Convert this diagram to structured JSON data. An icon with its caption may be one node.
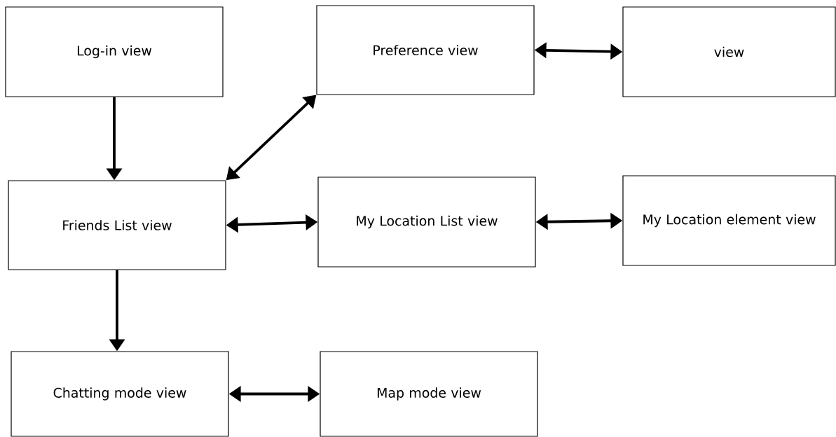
{
  "diagram": {
    "nodes": [
      {
        "text": [
          "Log-in view"
        ]
      },
      {
        "text": [
          "Preference view"
        ]
      },
      {
        "text": [
          "view"
        ]
      },
      {
        "text": [
          "Friends List view"
        ]
      },
      {
        "text": [
          "My Location List view"
        ]
      },
      {
        "text": [
          "My Location element view"
        ]
      },
      {
        "text": [
          "Chatting mode view"
        ]
      },
      {
        "text": [
          "Map mode view"
        ]
      }
    ],
    "edges": [
      {
        "from": 0,
        "to": 3,
        "arrow": "to"
      },
      {
        "from": 3,
        "to": 1,
        "arrow": "both"
      },
      {
        "from": 1,
        "to": 2,
        "arrow": "both"
      },
      {
        "from": 3,
        "to": 4,
        "arrow": "both"
      },
      {
        "from": 4,
        "to": 5,
        "arrow": "both"
      },
      {
        "from": 3,
        "to": 6,
        "arrow": "to"
      },
      {
        "from": 6,
        "to": 7,
        "arrow": "both"
      }
    ]
  }
}
